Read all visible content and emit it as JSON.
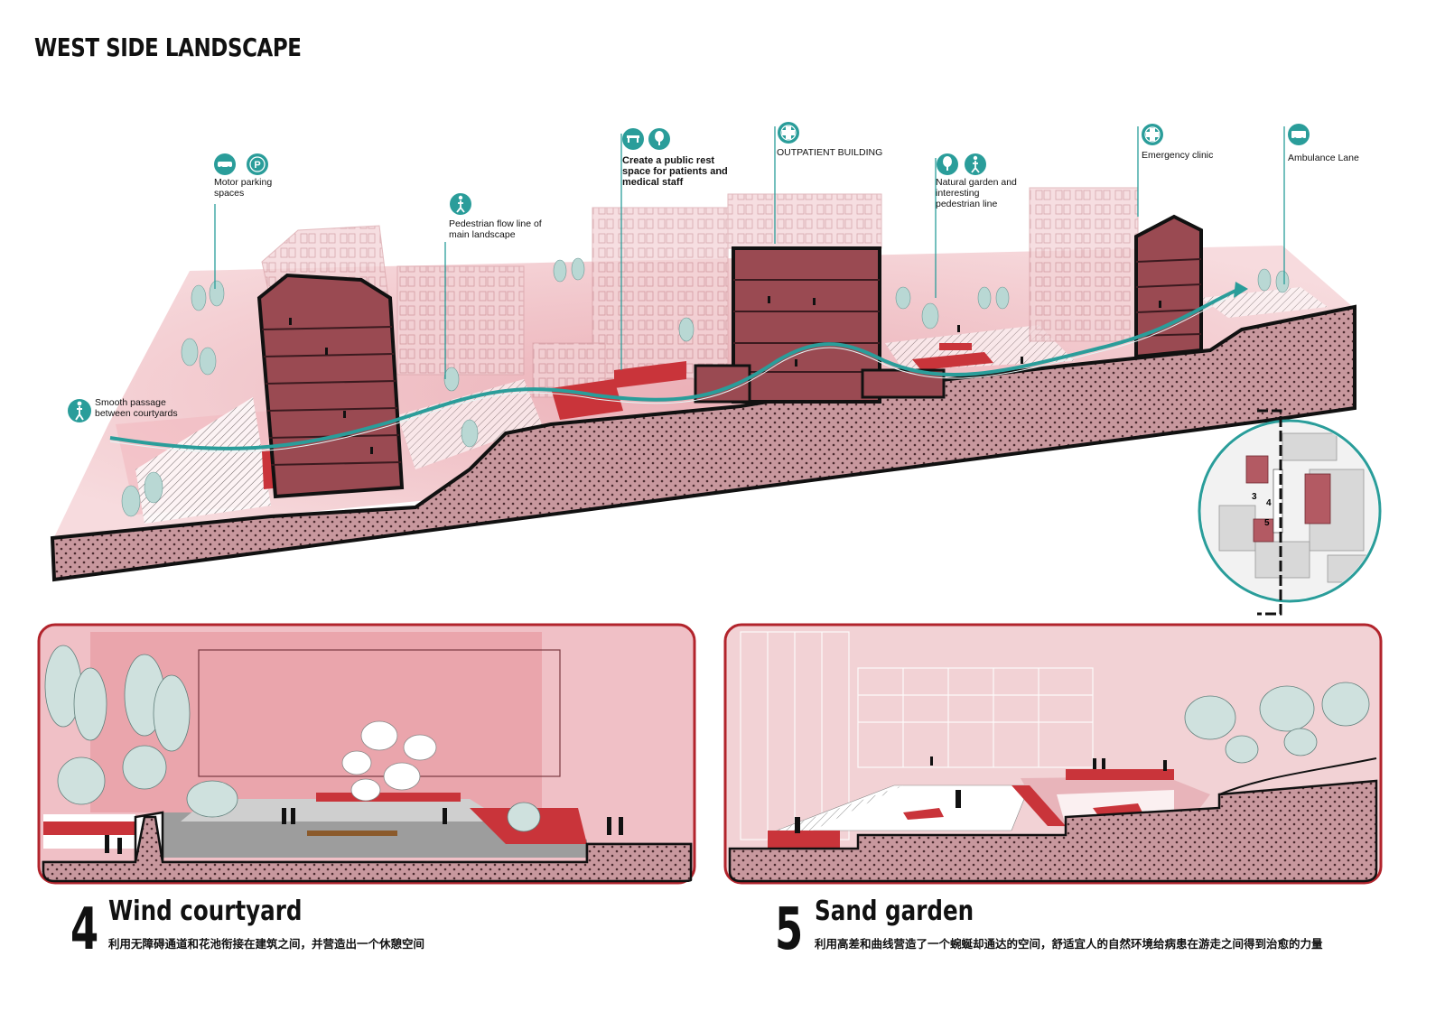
{
  "title": "WEST SIDE LANDSCAPE",
  "colors": {
    "accent_teal": "#2a9d9a",
    "brick": "#9a4a52",
    "soil": "#c8989e",
    "pink_wash": "#f0c9cd",
    "panel_border": "#b2242c",
    "red_plaza": "#c9343a"
  },
  "callouts": [
    {
      "text": "Motor parking spaces",
      "icons": [
        "car-icon",
        "parking-icon"
      ]
    },
    {
      "text": "Pedestrian flow line of main landscape",
      "icons": [
        "pedestrian-icon"
      ]
    },
    {
      "text": "Create a public rest space for patients and medical staff",
      "icons": [
        "bench-icon",
        "tree-icon"
      ]
    },
    {
      "text": "OUTPATIENT BUILDING",
      "icons": [
        "medical-cross-icon"
      ]
    },
    {
      "text": "Natural garden and interesting pedestrian line",
      "icons": [
        "tree-icon",
        "pedestrian-icon"
      ]
    },
    {
      "text": "Emergency clinic",
      "icons": [
        "medical-cross-icon"
      ]
    },
    {
      "text": "Ambulance Lane",
      "icons": [
        "ambulance-icon"
      ]
    },
    {
      "text": "Smooth passage between courtyards",
      "icons": [
        "pedestrian-icon"
      ]
    }
  ],
  "panels": [
    {
      "number": "4",
      "title": "Wind courtyard",
      "description": "利用无障碍通道和花池衔接在建筑之间，并营造出一个休憩空间"
    },
    {
      "number": "5",
      "title": "Sand garden",
      "description": "利用高差和曲线营造了一个蜿蜒却通达的空间，舒适宜人的自然环境给病患在游走之间得到治愈的力量"
    }
  ],
  "keymap_labels": [
    "3",
    "4",
    "5"
  ]
}
